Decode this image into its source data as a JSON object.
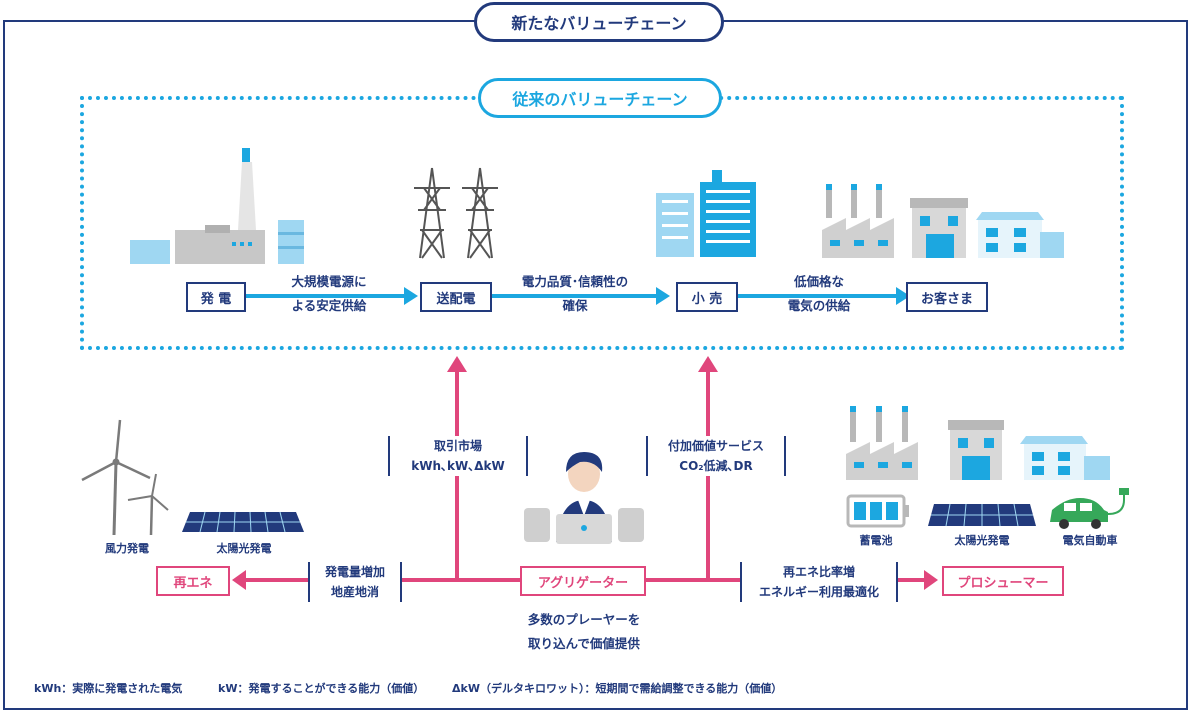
{
  "title_new": "新たなバリューチェーン",
  "title_old": "従来のバリューチェーン",
  "chain": {
    "generation": "発 電",
    "transmission": "送配電",
    "retail": "小 売",
    "customer": "お客さま",
    "label1_line1": "大規模電源に",
    "label1_line2": "よる安定供給",
    "label2_line1": "電力品質･信頼性の",
    "label2_line2": "確保",
    "label3_line1": "低価格な",
    "label3_line2": "電気の供給"
  },
  "aggregator": {
    "label": "アグリゲーター",
    "desc_line1": "多数のプレーヤーを",
    "desc_line2": "取り込んで価値提供"
  },
  "market": {
    "line1": "取引市場",
    "line2": "kWh､kW､ΔkW"
  },
  "service": {
    "line1": "付加価値サービス",
    "line2": "CO₂低減､DR"
  },
  "left": {
    "box": "再エネ",
    "note_line1": "発電量増加",
    "note_line2": "地産地消",
    "wind": "風力発電",
    "solar": "太陽光発電"
  },
  "right": {
    "box": "プロシューマー",
    "note_line1": "再エネ比率増",
    "note_line2": "エネルギー利用最適化",
    "battery": "蓄電池",
    "solar": "太陽光発電",
    "ev": "電気自動車"
  },
  "footer": {
    "kwh": "kWh：実際に発電された電気",
    "kw": "kW：発電することができる能力（価値）",
    "dkw": "ΔkW（デルタキロワット）：短期間で需給調整できる能力（価値）"
  },
  "colors": {
    "navy": "#223a7c",
    "blue": "#1ca7e0",
    "pink": "#e0467c",
    "light_blue": "#9fd7f2",
    "gray": "#b8b8b8"
  }
}
